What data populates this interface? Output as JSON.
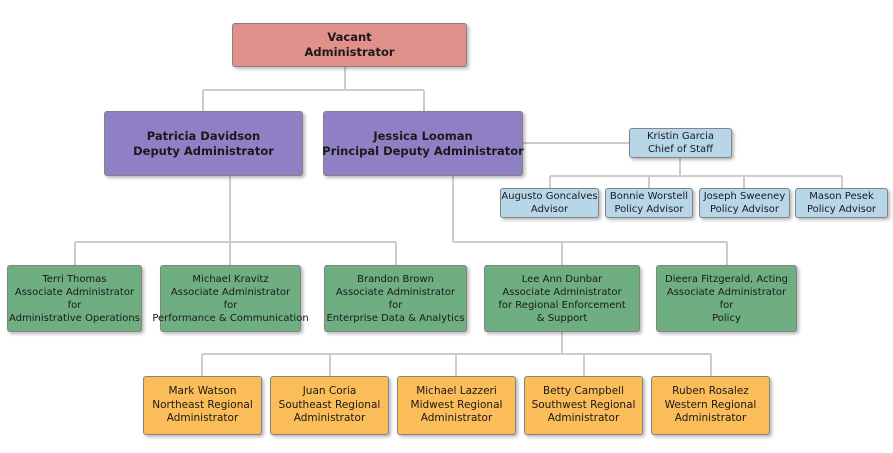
{
  "palette": {
    "administrator_fill": "#E2908C",
    "deputy_fill": "#8F80C6",
    "staff_fill": "#B7D6E7",
    "associate_fill": "#6FAE80",
    "regional_fill": "#FBBD59",
    "border": "#848484",
    "connector": "#CCCCCC",
    "text": "#1A1A1A",
    "background": "#FFFFFF"
  },
  "nodes": {
    "vacant": {
      "text": "Vacant\nAdministrator"
    },
    "patricia": {
      "text": "Patricia Davidson\nDeputy Administrator"
    },
    "jessica": {
      "text": "Jessica Looman\nPrincipal Deputy Administrator"
    },
    "kristin": {
      "text": "Kristin Garcia\nChief of Staff"
    },
    "augusto": {
      "text": "Augusto Goncalves\nAdvisor"
    },
    "bonnie": {
      "text": "Bonnie Worstell\nPolicy Advisor"
    },
    "joseph": {
      "text": "Joseph Sweeney\nPolicy Advisor"
    },
    "mason": {
      "text": "Mason Pesek\nPolicy Advisor"
    },
    "terri": {
      "text": "Terri Thomas\nAssociate Administrator\nfor\nAdministrative Operations"
    },
    "kravitz": {
      "text": "Michael Kravitz\nAssociate Administrator\nfor\nPerformance & Communication"
    },
    "brandon": {
      "text": "Brandon Brown\nAssociate Administrator\nfor\nEnterprise Data & Analytics"
    },
    "leeann": {
      "text": "Lee Ann Dunbar\nAssociate Administrator\nfor Regional Enforcement\n& Support"
    },
    "dieera": {
      "text": "Dieera Fitzgerald, Acting\nAssociate Administrator\nfor\nPolicy"
    },
    "mark": {
      "text": "Mark Watson\nNortheast Regional\nAdministrator"
    },
    "juan": {
      "text": "Juan Coria\nSoutheast Regional\nAdministrator"
    },
    "lazzeri": {
      "text": "Michael Lazzeri\nMidwest Regional\nAdministrator"
    },
    "betty": {
      "text": "Betty Campbell\nSouthwest Regional\nAdministrator"
    },
    "ruben": {
      "text": "Ruben Rosalez\nWestern Regional\nAdministrator"
    }
  }
}
